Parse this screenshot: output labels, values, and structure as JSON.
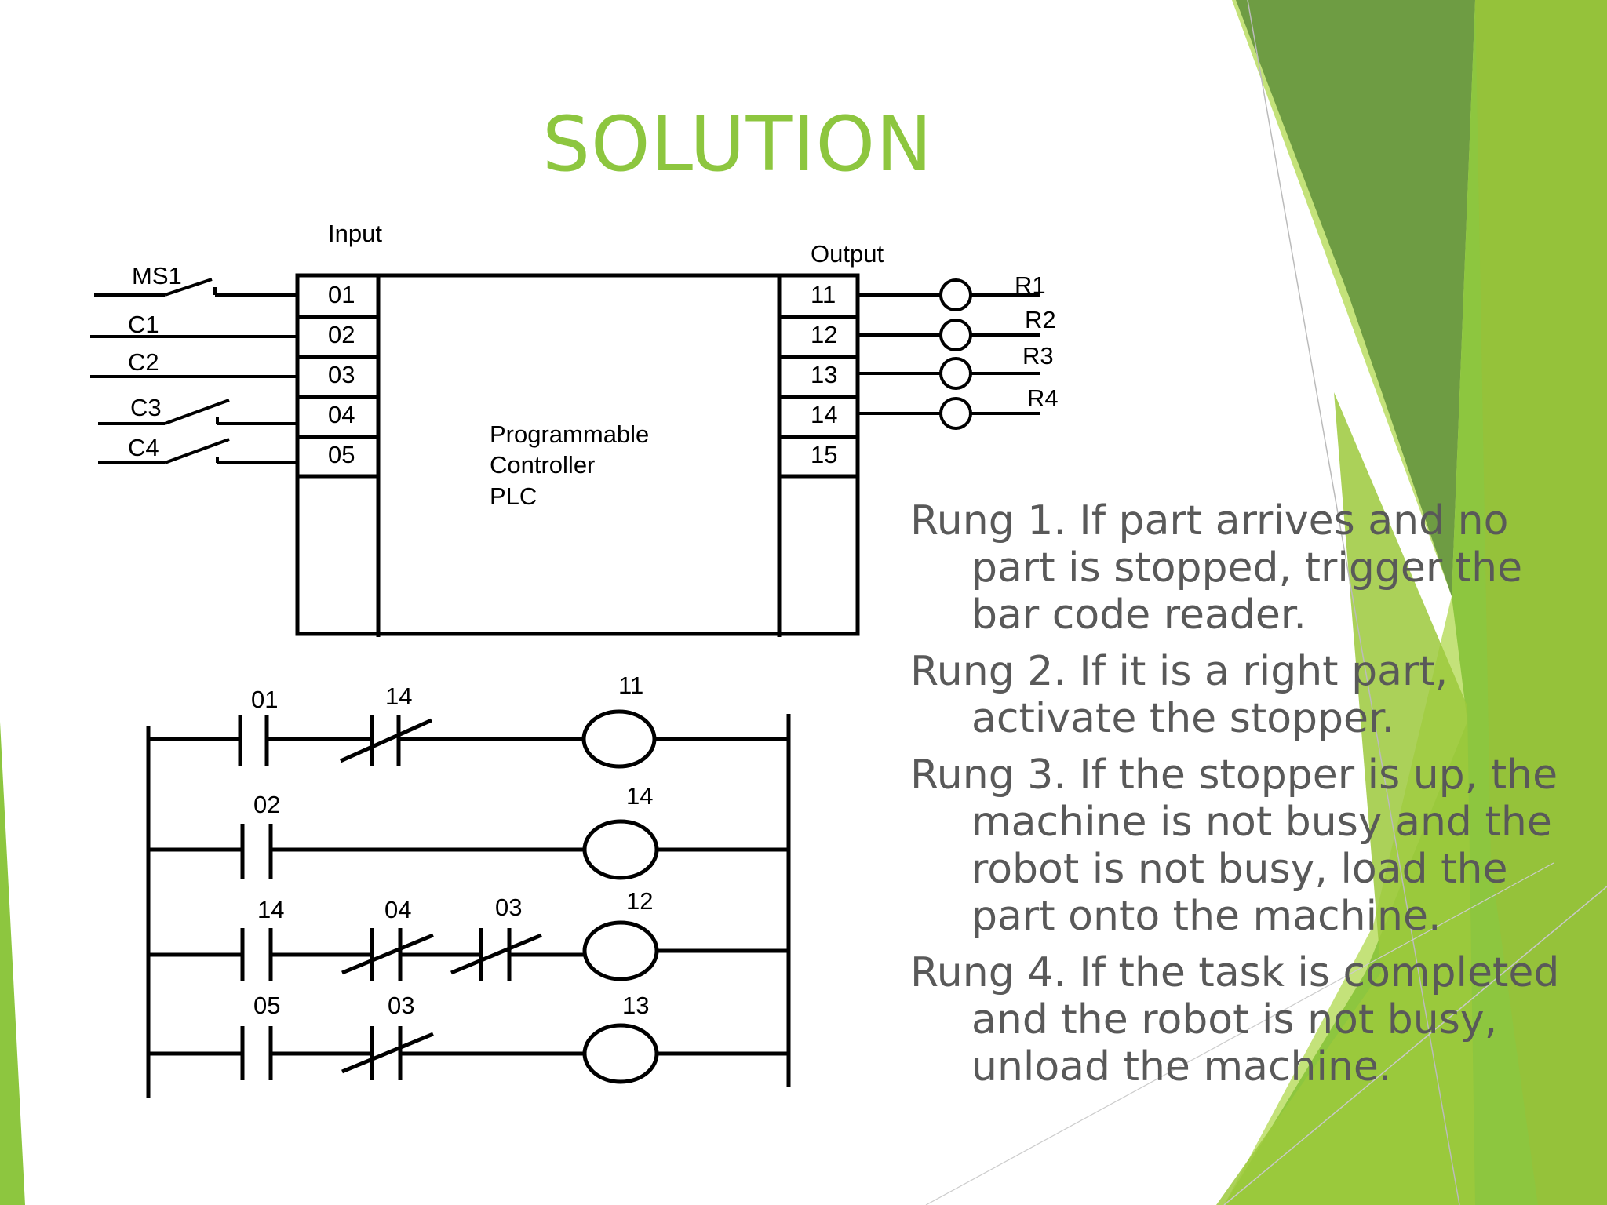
{
  "slide": {
    "title": "SOLUTION",
    "colors": {
      "title": "#8dc63f",
      "body_text": "#595959",
      "accent_light": "#b5d957",
      "accent_mid": "#8dc63f",
      "accent_dark": "#6e9c43"
    }
  },
  "wiring": {
    "input_label": "Input",
    "output_label": "Output",
    "input_devices": [
      "MS1",
      "C1",
      "C2",
      "C3",
      "C4"
    ],
    "input_terminals": [
      "01",
      "02",
      "03",
      "04",
      "05"
    ],
    "output_terminals": [
      "11",
      "12",
      "13",
      "14",
      "15"
    ],
    "output_devices": [
      "R1",
      "R2",
      "R3",
      "R4"
    ],
    "plc_label_line1": "Programmable",
    "plc_label_line2": "Controller",
    "plc_label_line3": "PLC"
  },
  "ladder": {
    "rung1": {
      "contact1": "01",
      "contact2": "14",
      "coil": "11"
    },
    "rung2": {
      "contact1": "02",
      "coil": "14"
    },
    "rung3": {
      "contact1": "14",
      "contact2": "04",
      "contact3": "03",
      "coil": "12"
    },
    "rung4": {
      "contact1": "05",
      "contact2": "03",
      "coil": "13"
    }
  },
  "rungs": [
    {
      "text": "Rung 1.  If part arrives and no part is stopped, trigger the bar code reader."
    },
    {
      "text": "Rung 2.  If it is a right part, activate the stopper."
    },
    {
      "text": "Rung 3.  If the stopper is up, the machine is not busy and the robot is not busy, load the part onto the machine."
    },
    {
      "text": "Rung 4.  If the task is completed and the robot is not busy, unload the machine."
    }
  ]
}
